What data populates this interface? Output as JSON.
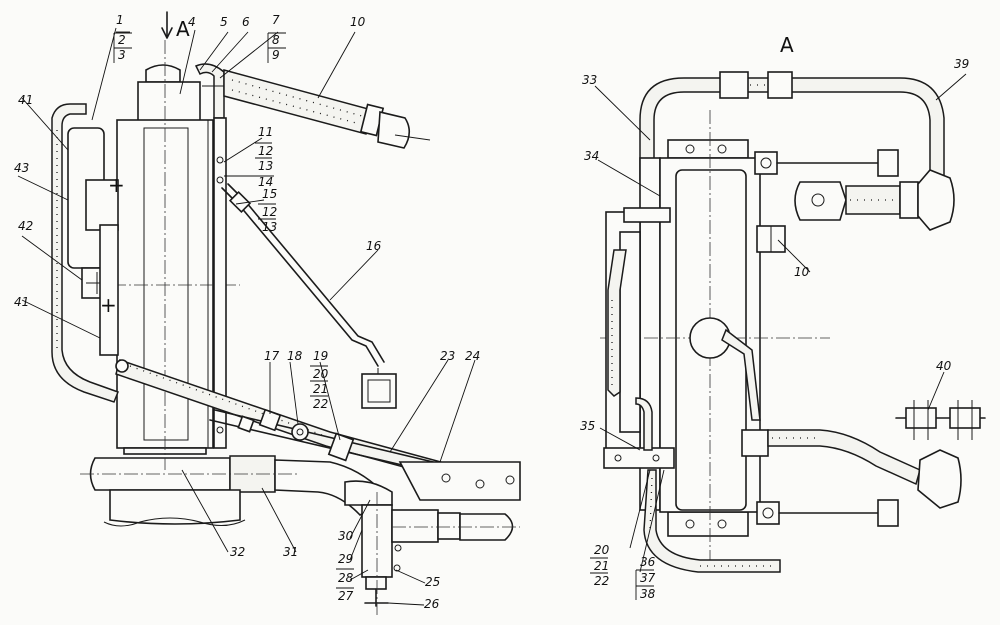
{
  "view_marks": {
    "arrow_label": "A",
    "view_label": "A"
  },
  "left_view": {
    "labels": [
      {
        "id": "l1",
        "text": "1"
      },
      {
        "id": "l2",
        "text": "2"
      },
      {
        "id": "l3",
        "text": "3"
      },
      {
        "id": "l4",
        "text": "4"
      },
      {
        "id": "l5",
        "text": "5"
      },
      {
        "id": "l6",
        "text": "6"
      },
      {
        "id": "l7",
        "text": "7"
      },
      {
        "id": "l8",
        "text": "8"
      },
      {
        "id": "l9",
        "text": "9"
      },
      {
        "id": "l10",
        "text": "10"
      },
      {
        "id": "l11",
        "text": "11"
      },
      {
        "id": "l12a",
        "text": "12"
      },
      {
        "id": "l13a",
        "text": "13"
      },
      {
        "id": "l14",
        "text": "14"
      },
      {
        "id": "l15",
        "text": "15"
      },
      {
        "id": "l12b",
        "text": "12"
      },
      {
        "id": "l13b",
        "text": "13"
      },
      {
        "id": "l16",
        "text": "16"
      },
      {
        "id": "l17",
        "text": "17"
      },
      {
        "id": "l18",
        "text": "18"
      },
      {
        "id": "l19",
        "text": "19"
      },
      {
        "id": "l20",
        "text": "20"
      },
      {
        "id": "l21",
        "text": "21"
      },
      {
        "id": "l22",
        "text": "22"
      },
      {
        "id": "l23",
        "text": "23"
      },
      {
        "id": "l24",
        "text": "24"
      },
      {
        "id": "l25",
        "text": "25"
      },
      {
        "id": "l26",
        "text": "26"
      },
      {
        "id": "l27",
        "text": "27"
      },
      {
        "id": "l28",
        "text": "28"
      },
      {
        "id": "l29",
        "text": "29"
      },
      {
        "id": "l30",
        "text": "30"
      },
      {
        "id": "l31",
        "text": "31"
      },
      {
        "id": "l32",
        "text": "32"
      },
      {
        "id": "l41a",
        "text": "41"
      },
      {
        "id": "l41b",
        "text": "41"
      },
      {
        "id": "l42",
        "text": "42"
      },
      {
        "id": "l43",
        "text": "43"
      }
    ]
  },
  "right_view": {
    "labels": [
      {
        "id": "r33",
        "text": "33"
      },
      {
        "id": "r34",
        "text": "34"
      },
      {
        "id": "r35",
        "text": "35"
      },
      {
        "id": "r10",
        "text": "10"
      },
      {
        "id": "r39",
        "text": "39"
      },
      {
        "id": "r40",
        "text": "40"
      },
      {
        "id": "r20",
        "text": "20"
      },
      {
        "id": "r21",
        "text": "21"
      },
      {
        "id": "r22",
        "text": "22"
      },
      {
        "id": "r36",
        "text": "36"
      },
      {
        "id": "r37",
        "text": "37"
      },
      {
        "id": "r38",
        "text": "38"
      }
    ]
  }
}
